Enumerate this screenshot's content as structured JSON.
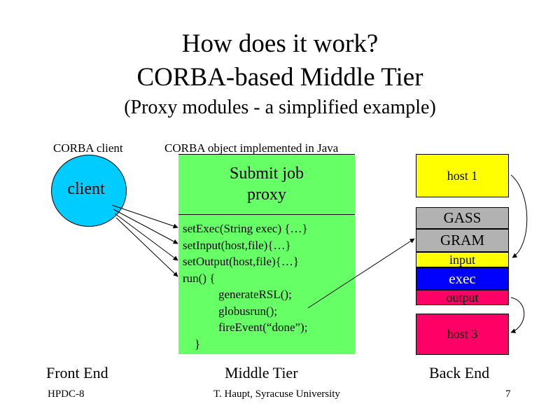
{
  "title": {
    "line1": "How does it work?",
    "line2": "CORBA-based Middle Tier",
    "line3": "(Proxy modules - a simplified example)"
  },
  "labels": {
    "corba_client": "CORBA client",
    "corba_object": "CORBA object implemented in Java"
  },
  "client": {
    "label": "client"
  },
  "proxy": {
    "title_line1": "Submit job",
    "title_line2": "proxy",
    "methods": [
      "setExec(String exec) {…}",
      "setInput(host,file){…}",
      "setOutput(host,file){…}",
      "run() {",
      "            generateRSL();",
      "            globusrun();",
      "            fireEvent(“done”);",
      "    }"
    ]
  },
  "backend": {
    "host1": "host 1",
    "gass": "GASS",
    "gram": "GRAM",
    "input": "input",
    "exec": "exec",
    "output": "output",
    "host3": "host 3"
  },
  "tiers": {
    "front": "Front End",
    "middle": "Middle Tier",
    "back": "Back End"
  },
  "footer": {
    "left": "HPDC-8",
    "center": "T. Haupt, Syracuse University",
    "page": "7"
  },
  "colors": {
    "client": "#00ccff",
    "proxy": "#66ff66",
    "host1": "#ffff00",
    "gass_gram": "#b2b2b2",
    "exec": "#0000ff",
    "output_host3": "#ff0066"
  }
}
